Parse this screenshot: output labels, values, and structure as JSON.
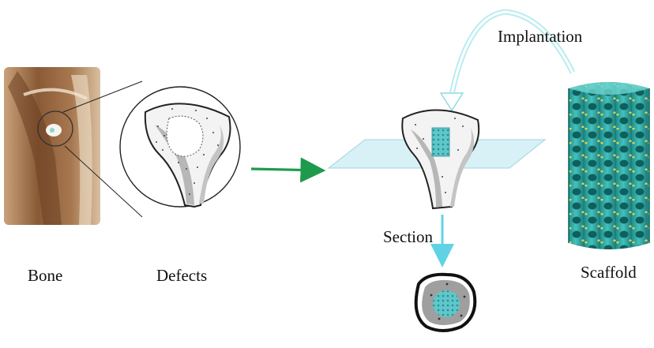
{
  "labels": {
    "bone": "Bone",
    "defects": "Defects",
    "section": "Section",
    "scaffold": "Scaffold",
    "implantation": "Implantation"
  },
  "colors": {
    "arrow_green": "#1e9a4c",
    "arrow_cyan": "#5fd3e3",
    "scaffold_teal": "#2aa5a0",
    "scaffold_yellow": "#c9c24a",
    "plane": "#d8f1f6",
    "bone_grey": "#b7b7b7",
    "knee_brown": "#8a5a36"
  }
}
